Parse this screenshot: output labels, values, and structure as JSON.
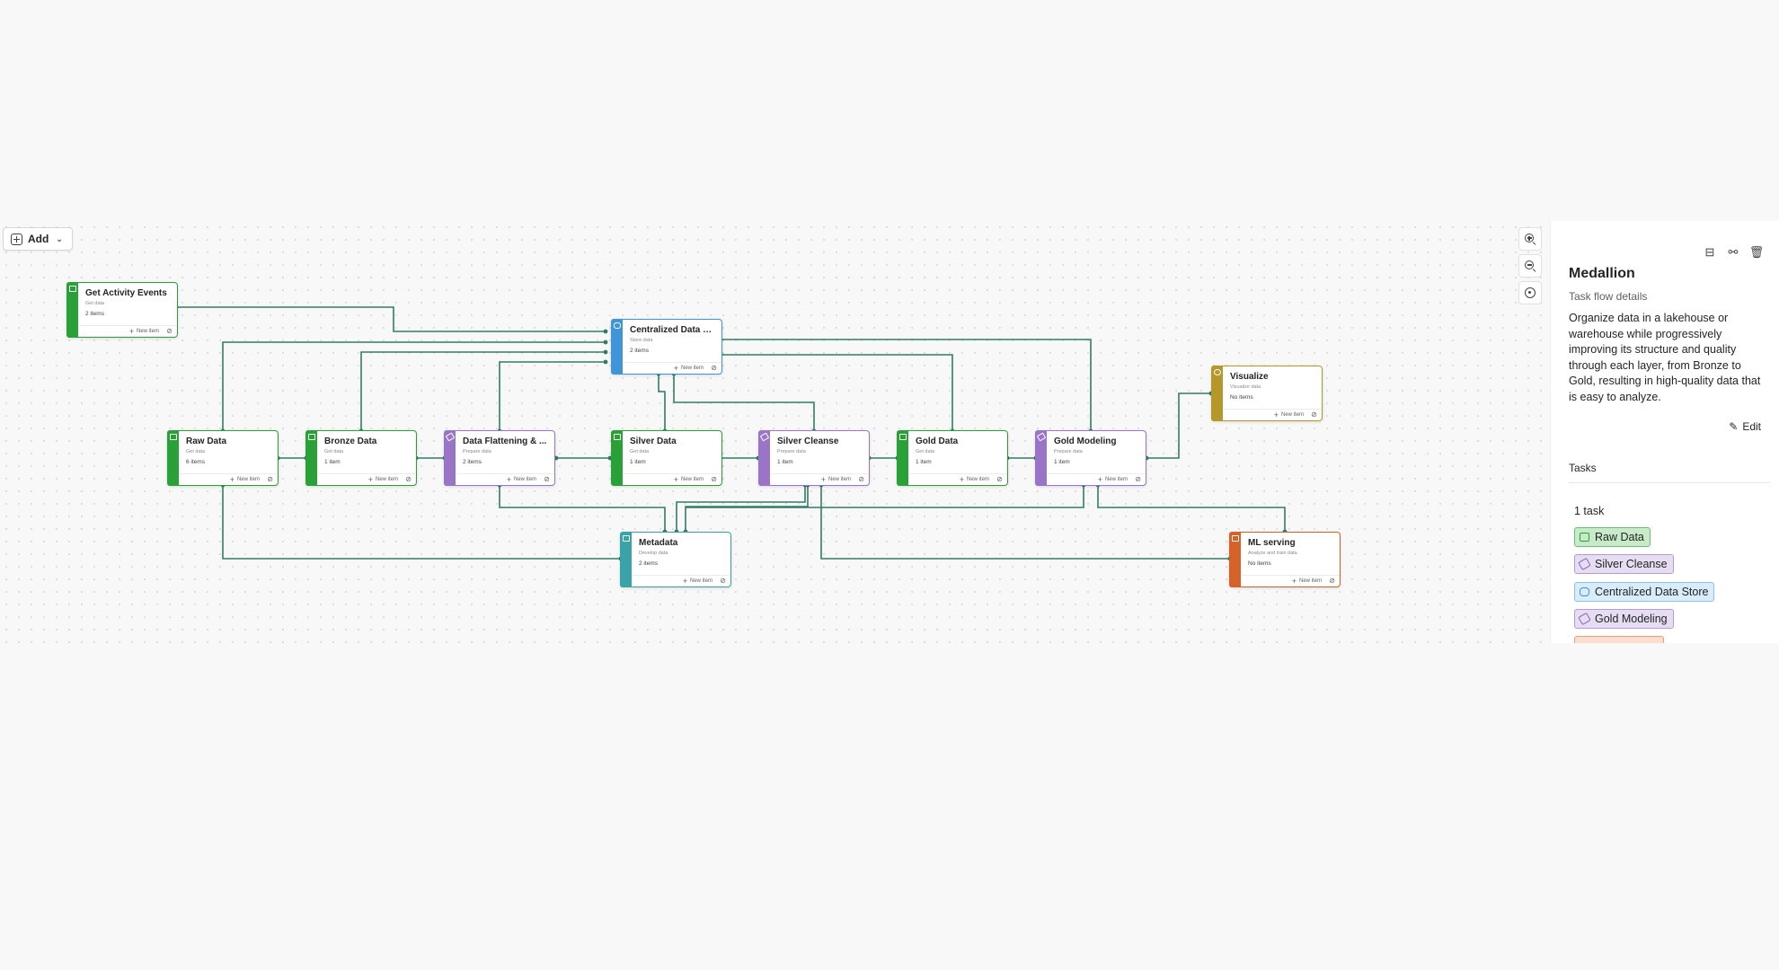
{
  "toolbar": {
    "add_label": "Add"
  },
  "canvas": {
    "zoom_in_label": "Zoom in",
    "zoom_out_label": "Zoom out",
    "fit_label": "Fit to view"
  },
  "nodes": [
    {
      "id": "get-activity-events",
      "title": "Get Activity Events",
      "type": "Get data",
      "count": "2 items",
      "color": "#2aa137"
    },
    {
      "id": "centralized-data-store",
      "title": "Centralized Data S...",
      "type": "Store data",
      "count": "2 items",
      "color": "#3f95d8"
    },
    {
      "id": "raw-data",
      "title": "Raw Data",
      "type": "Get data",
      "count": "6 items",
      "color": "#2aa137"
    },
    {
      "id": "bronze-data",
      "title": "Bronze Data",
      "type": "Get data",
      "count": "1 item",
      "color": "#2aa137"
    },
    {
      "id": "data-flattening",
      "title": "Data Flattening & ...",
      "type": "Prepare data",
      "count": "2 items",
      "color": "#9a74c6"
    },
    {
      "id": "silver-data",
      "title": "Silver Data",
      "type": "Get data",
      "count": "1 item",
      "color": "#2aa137"
    },
    {
      "id": "silver-cleanse",
      "title": "Silver Cleanse",
      "type": "Prepare data",
      "count": "1 item",
      "color": "#9a74c6"
    },
    {
      "id": "gold-data",
      "title": "Gold Data",
      "type": "Get data",
      "count": "1 item",
      "color": "#2aa137"
    },
    {
      "id": "gold-modeling",
      "title": "Gold Modeling",
      "type": "Prepare data",
      "count": "1 item",
      "color": "#9a74c6"
    },
    {
      "id": "visualize",
      "title": "Visualize",
      "type": "Visualize data",
      "count": "No items",
      "color": "#b5972c"
    },
    {
      "id": "metadata",
      "title": "Metadata",
      "type": "Develop data",
      "count": "2 items",
      "color": "#3aa3a8"
    },
    {
      "id": "ml-serving",
      "title": "ML serving",
      "type": "Analyze and train data",
      "count": "No items",
      "color": "#d5622a"
    }
  ],
  "node_actions": {
    "new_item_label": "New item"
  },
  "panel": {
    "title": "Medallion",
    "subtitle": "Task flow details",
    "description": "Organize data in a lakehouse or warehouse while progressively improving its structure and quality through each layer, from Bronze to Gold, resulting in high-quality data that is easy to analyze.",
    "edit_label": "Edit",
    "tasks_heading": "Tasks",
    "task_count": "1 task",
    "tasks": [
      {
        "label": "Raw Data",
        "bg": "#c7ebc9",
        "border": "#6cc075",
        "icon": "#2aa137"
      },
      {
        "label": "Silver Cleanse",
        "bg": "#e6ddf3",
        "border": "#b59ad8",
        "icon": "#8b65bf"
      },
      {
        "label": "Centralized Data Store",
        "bg": "#d9ecf9",
        "border": "#8cc2e8",
        "icon": "#3f95d8"
      },
      {
        "label": "Gold Modeling",
        "bg": "#e6ddf3",
        "border": "#b59ad8",
        "icon": "#8b65bf"
      },
      {
        "label": "",
        "bg": "#fbded0",
        "border": "#e8a07c",
        "icon": "#d5622a"
      }
    ]
  }
}
